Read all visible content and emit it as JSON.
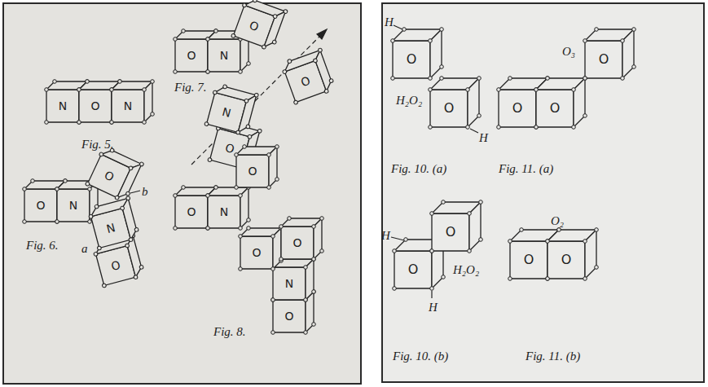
{
  "diagram": {
    "nodes": [
      {
        "text": [
          "N"
        ]
      },
      {
        "text": [
          "O"
        ]
      },
      {
        "text": [
          "N"
        ]
      },
      {
        "text": [
          "O"
        ]
      },
      {
        "text": [
          "N"
        ]
      },
      {
        "text": [
          "O"
        ]
      },
      {
        "text": [
          "O"
        ]
      },
      {
        "text": [
          "N"
        ]
      },
      {
        "text": [
          "O"
        ]
      },
      {
        "text": [
          "O"
        ]
      },
      {
        "text": [
          "N"
        ]
      },
      {
        "text": [
          "O"
        ]
      },
      {
        "text": [
          "N"
        ]
      },
      {
        "text": [
          "O"
        ]
      },
      {
        "text": [
          "O"
        ]
      },
      {
        "text": [
          "N"
        ]
      },
      {
        "text": [
          "O"
        ]
      },
      {
        "text": [
          "O"
        ]
      },
      {
        "text": [
          "O"
        ]
      },
      {
        "text": [
          "N"
        ]
      },
      {
        "text": [
          "O"
        ]
      },
      {
        "text": [
          "O"
        ]
      },
      {
        "text": [
          "O"
        ]
      },
      {
        "text": [
          "O"
        ]
      },
      {
        "text": [
          "O"
        ]
      },
      {
        "text": [
          "O"
        ]
      },
      {
        "text": [
          "O"
        ]
      },
      {
        "text": [
          "O"
        ]
      },
      {
        "text": [
          "O"
        ]
      },
      {
        "text": [
          "O"
        ]
      }
    ],
    "labels": [
      "Fig. 5.",
      "Fig. 7.",
      "a",
      "b",
      "Fig. 6.",
      "Fig. 8.",
      "H",
      "H₂O₂",
      "H",
      "Fig. 10. (a)",
      "O₃",
      "Fig. 11. (a)",
      "H",
      "H₂O₂",
      "H",
      "Fig. 10. (b)",
      "O₂",
      "Fig. 11. (b)"
    ]
  }
}
